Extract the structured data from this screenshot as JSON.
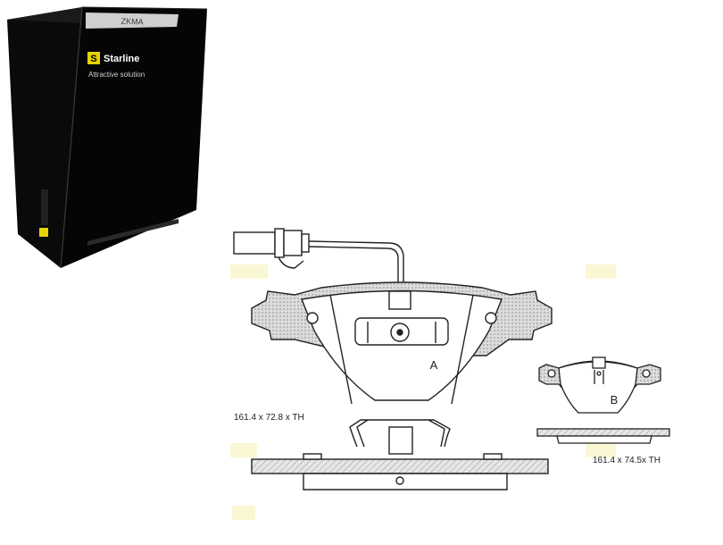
{
  "product": {
    "brand_name": "Starline",
    "brand_mark": "S",
    "tagline": "Attractive solution",
    "box_top_text": "ZKMA"
  },
  "diagram": {
    "label_a": "A",
    "label_b": "B",
    "dim_a": "161.4 x 72.8 x TH",
    "dim_b": "161.4 x 74.5x TH"
  },
  "colors": {
    "box": "#0b0b0b",
    "brand_yellow": "#e8d300",
    "line": "#222222",
    "hatch": "#d8d8d8",
    "watermark": "#f3ef9a"
  }
}
